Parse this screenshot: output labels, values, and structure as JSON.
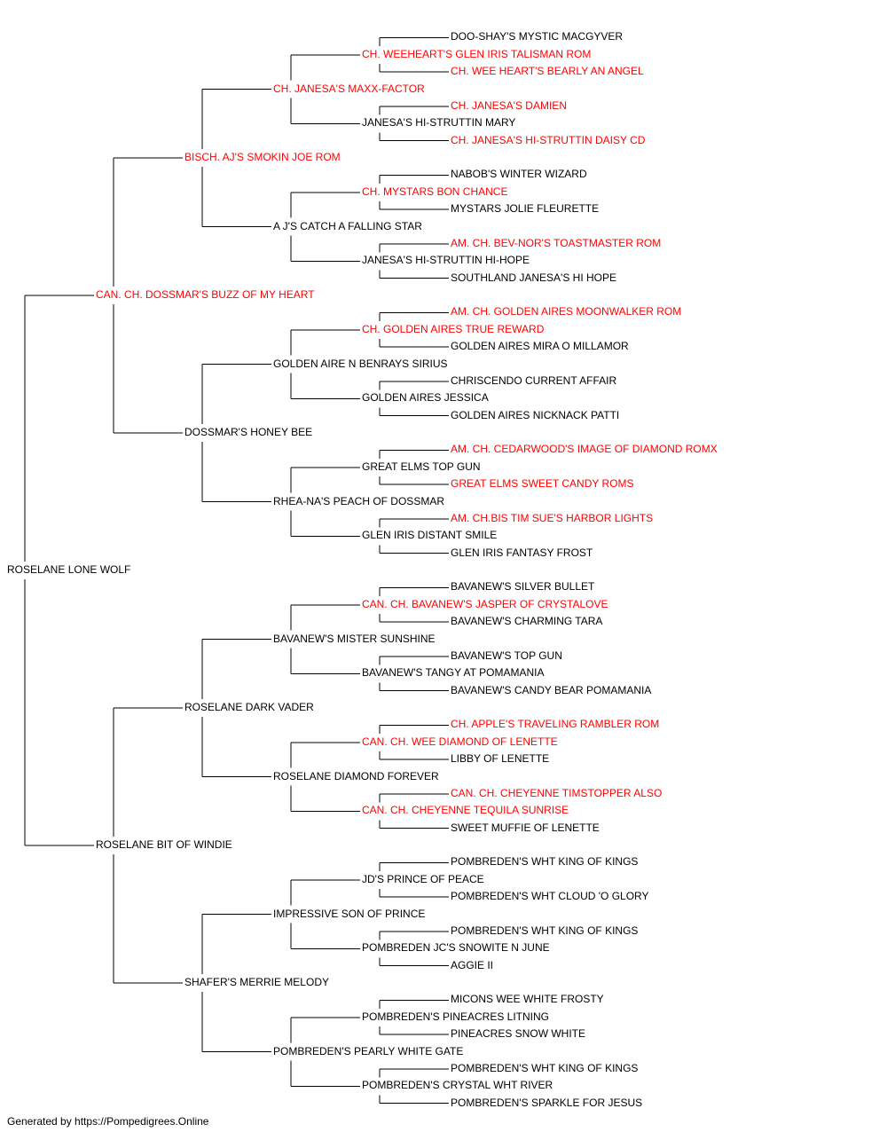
{
  "colors": {
    "titled": "#ff0000",
    "normal": "#000000",
    "line": "#000000"
  },
  "pedigree": {
    "name": "ROSELANE LONE WOLF",
    "titled": false,
    "sire": {
      "name": "CAN. CH. DOSSMAR'S BUZZ OF MY HEART",
      "titled": true,
      "sire": {
        "name": "BISCH. AJ'S SMOKIN JOE ROM",
        "titled": true,
        "sire": {
          "name": "CH. JANESA'S MAXX-FACTOR",
          "titled": true,
          "sire": {
            "name": "CH. WEEHEART'S GLEN IRIS TALISMAN ROM",
            "titled": true,
            "sire": {
              "name": "DOO-SHAY'S MYSTIC MACGYVER",
              "titled": false
            },
            "dam": {
              "name": "CH. WEE HEART'S BEARLY AN ANGEL",
              "titled": true
            }
          },
          "dam": {
            "name": "JANESA'S HI-STRUTTIN MARY",
            "titled": false,
            "sire": {
              "name": "CH. JANESA'S DAMIEN",
              "titled": true
            },
            "dam": {
              "name": "CH. JANESA'S HI-STRUTTIN DAISY CD",
              "titled": true
            }
          }
        },
        "dam": {
          "name": "A J'S CATCH A FALLING STAR",
          "titled": false,
          "sire": {
            "name": "CH. MYSTARS BON CHANCE",
            "titled": true,
            "sire": {
              "name": "NABOB'S WINTER WIZARD",
              "titled": false
            },
            "dam": {
              "name": "MYSTARS JOLIE FLEURETTE",
              "titled": false
            }
          },
          "dam": {
            "name": "JANESA'S HI-STRUTTIN HI-HOPE",
            "titled": false,
            "sire": {
              "name": "AM. CH. BEV-NOR'S TOASTMASTER ROM",
              "titled": true
            },
            "dam": {
              "name": "SOUTHLAND JANESA'S HI HOPE",
              "titled": false
            }
          }
        }
      },
      "dam": {
        "name": "DOSSMAR'S HONEY BEE",
        "titled": false,
        "sire": {
          "name": "GOLDEN AIRE N BENRAYS SIRIUS",
          "titled": false,
          "sire": {
            "name": "CH. GOLDEN AIRES TRUE REWARD",
            "titled": true,
            "sire": {
              "name": "AM. CH. GOLDEN AIRES MOONWALKER ROM",
              "titled": true
            },
            "dam": {
              "name": "GOLDEN AIRES MIRA O MILLAMOR",
              "titled": false
            }
          },
          "dam": {
            "name": "GOLDEN AIRES JESSICA",
            "titled": false,
            "sire": {
              "name": "CHRISCENDO CURRENT AFFAIR",
              "titled": false
            },
            "dam": {
              "name": "GOLDEN AIRES NICKNACK PATTI",
              "titled": false
            }
          }
        },
        "dam": {
          "name": "RHEA-NA'S PEACH OF DOSSMAR",
          "titled": false,
          "sire": {
            "name": "GREAT ELMS TOP GUN",
            "titled": false,
            "sire": {
              "name": "AM. CH. CEDARWOOD'S IMAGE OF DIAMOND ROMX",
              "titled": true
            },
            "dam": {
              "name": "GREAT ELMS SWEET CANDY ROMS",
              "titled": true
            }
          },
          "dam": {
            "name": "GLEN IRIS DISTANT SMILE",
            "titled": false,
            "sire": {
              "name": "AM. CH.BIS TIM SUE'S HARBOR LIGHTS",
              "titled": true
            },
            "dam": {
              "name": "GLEN IRIS FANTASY FROST",
              "titled": false
            }
          }
        }
      }
    },
    "dam": {
      "name": "ROSELANE BIT OF WINDIE",
      "titled": false,
      "sire": {
        "name": "ROSELANE DARK VADER",
        "titled": false,
        "sire": {
          "name": "BAVANEW'S MISTER SUNSHINE",
          "titled": false,
          "sire": {
            "name": "CAN. CH. BAVANEW'S JASPER OF CRYSTALOVE",
            "titled": true,
            "sire": {
              "name": "BAVANEW'S SILVER BULLET",
              "titled": false
            },
            "dam": {
              "name": "BAVANEW'S CHARMING TARA",
              "titled": false
            }
          },
          "dam": {
            "name": "BAVANEW'S TANGY AT POMAMANIA",
            "titled": false,
            "sire": {
              "name": "BAVANEW'S TOP GUN",
              "titled": false
            },
            "dam": {
              "name": "BAVANEW'S CANDY BEAR POMAMANIA",
              "titled": false
            }
          }
        },
        "dam": {
          "name": "ROSELANE DIAMOND FOREVER",
          "titled": false,
          "sire": {
            "name": "CAN. CH. WEE DIAMOND OF LENETTE",
            "titled": true,
            "sire": {
              "name": "CH. APPLE'S TRAVELING RAMBLER ROM",
              "titled": true
            },
            "dam": {
              "name": "LIBBY OF LENETTE",
              "titled": false
            }
          },
          "dam": {
            "name": "CAN. CH. CHEYENNE TEQUILA SUNRISE",
            "titled": true,
            "sire": {
              "name": "CAN. CH. CHEYENNE TIMSTOPPER ALSO",
              "titled": true
            },
            "dam": {
              "name": "SWEET MUFFIE OF LENETTE",
              "titled": false
            }
          }
        }
      },
      "dam": {
        "name": "SHAFER'S MERRIE MELODY",
        "titled": false,
        "sire": {
          "name": "IMPRESSIVE SON OF PRINCE",
          "titled": false,
          "sire": {
            "name": "JD'S PRINCE OF PEACE",
            "titled": false,
            "sire": {
              "name": "POMBREDEN'S WHT KING OF KINGS",
              "titled": false
            },
            "dam": {
              "name": "POMBREDEN'S WHT CLOUD 'O GLORY",
              "titled": false
            }
          },
          "dam": {
            "name": "POMBREDEN JC'S SNOWITE N JUNE",
            "titled": false,
            "sire": {
              "name": "POMBREDEN'S WHT KING OF KINGS",
              "titled": false
            },
            "dam": {
              "name": "AGGIE II",
              "titled": false
            }
          }
        },
        "dam": {
          "name": "POMBREDEN'S PEARLY WHITE GATE",
          "titled": false,
          "sire": {
            "name": "POMBREDEN'S PINEACRES LITNING",
            "titled": false,
            "sire": {
              "name": "MICONS WEE WHITE FROSTY",
              "titled": false
            },
            "dam": {
              "name": "PINEACRES SNOW WHITE",
              "titled": false
            }
          },
          "dam": {
            "name": "POMBREDEN'S CRYSTAL WHT RIVER",
            "titled": false,
            "sire": {
              "name": "POMBREDEN'S WHT KING OF KINGS",
              "titled": false
            },
            "dam": {
              "name": "POMBREDEN'S SPARKLE FOR JESUS",
              "titled": false
            }
          }
        }
      }
    }
  },
  "footer": "Generated by https://Pompedigrees.Online"
}
